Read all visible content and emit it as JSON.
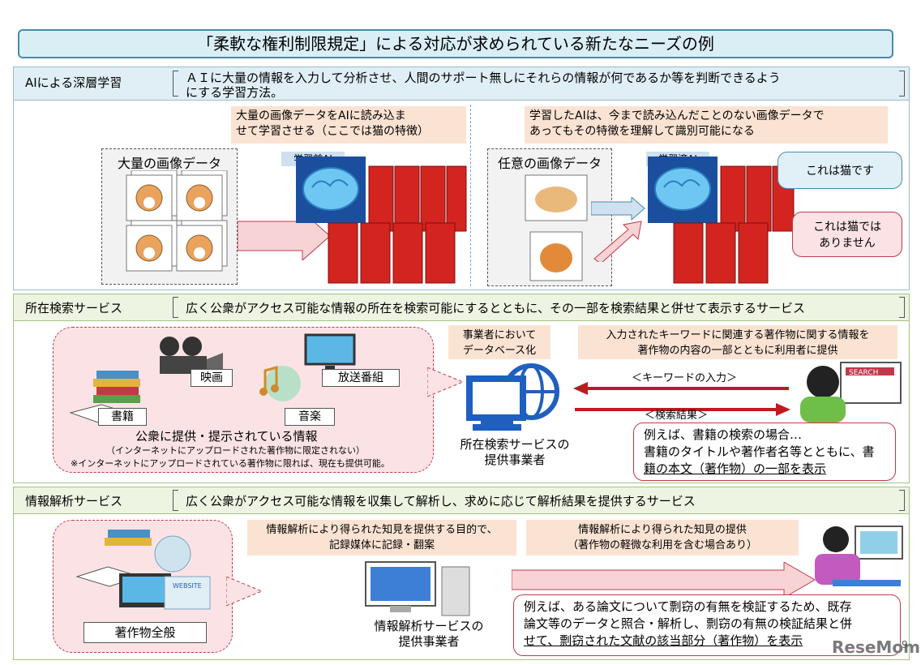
{
  "title": "「柔軟な権利制限規定」による対応が求められている新たなニーズの例",
  "ai": {
    "label": "AIによる深層学習",
    "desc_line1": "ＡＩに大量の情報を入力して分析させ、人間のサポート無しにそれらの情報が何であるか等を判断できるよう",
    "desc_line2": "にする学習方法。",
    "left_caption_1": "大量の画像データをAIに読み込ま",
    "left_caption_2": "せて学習させる（ここでは猫の特徴）",
    "left_box_title": "大量の画像データ",
    "before_ai": "学習前AI",
    "right_caption_1": "学習したAIは、今まで読み込んだことのない画像データで",
    "right_caption_2": "あってもその特徴を理解して識別可能になる",
    "right_box_title": "任意の画像データ",
    "after_ai": "学習済AI",
    "bubble_cat": "これは猫です",
    "bubble_notcat_1": "これは猫では",
    "bubble_notcat_2": "ありません"
  },
  "location": {
    "label": "所在検索サービス",
    "desc": "広く公衆がアクセス可能な情報の所在を検索可能にするとともに、その一部を検索結果と併せて表示するサービス",
    "items": {
      "movie": "映画",
      "broadcast": "放送番組",
      "books": "書籍",
      "music": "音楽"
    },
    "public_info": "公衆に提供・提示されている情報",
    "note_1": "（インターネットにアップロードされた著作物に限定されない）",
    "note_2": "※インターネットにアップロードされている著作物に限れば、現在も提供可能。",
    "db_1": "事業者において",
    "db_2": "データベース化",
    "flow_1": "入力されたキーワードに関連する著作物に関する情報を",
    "flow_2": "著作物の内容の一部とともに利用者に提供",
    "keyword_input": "＜キーワードの入力＞",
    "search_result": "＜検索結果＞",
    "provider_1": "所在検索サービスの",
    "provider_2": "提供事業者",
    "example_1": "例えば、書籍の検索の場合…",
    "example_2": "書籍のタイトルや著作者名等とともに、書",
    "example_3": "籍の本文（著作物）の一部を表示",
    "search_screen": "SEARCH"
  },
  "analysis": {
    "label": "情報解析サービス",
    "desc": "広く公衆がアクセス可能な情報を収集して解析し、求めに応じて解析結果を提供するサービス",
    "works": "著作物全般",
    "record_1": "情報解析により得られた知見を提供する目的で、",
    "record_2": "記録媒体に記録・翻案",
    "provide_1": "情報解析により得られた知見の提供",
    "provide_2": "（著作物の軽微な利用を含む場合あり）",
    "provider_1": "情報解析サービスの",
    "provider_2": "提供事業者",
    "example_1": "例えば、ある論文について剽窃の有無を検証するため、既存",
    "example_2": "論文等のデータと照合・解析し、剽窃の有無の検証結果と併",
    "example_3": "せて、剽窃された文献の該当部分（著作物）を表示",
    "website": "WEBSITE"
  },
  "page_number": "9",
  "watermark": "ReseMom",
  "colors": {
    "title_bg": "#daeef6",
    "accent_blue": "#1f5fbf",
    "accent_red": "#c0191f",
    "peach": "#fbe3d3",
    "pink": "#fbe3e5"
  }
}
